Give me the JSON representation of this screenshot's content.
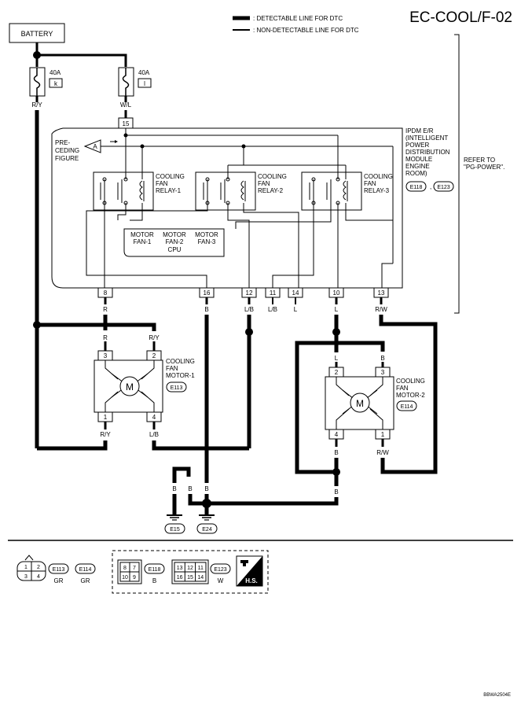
{
  "header": {
    "page_id": "EC-COOL/F-02",
    "legend": {
      "detectable": ": DETECTABLE LINE FOR DTC",
      "non_detectable": ": NON-DETECTABLE LINE FOR DTC"
    },
    "refer_to": [
      "REFER TO",
      "\"PG-POWER\"."
    ]
  },
  "battery": "BATTERY",
  "fuses": [
    {
      "rating": "40A",
      "id": "k",
      "wire": "R/Y"
    },
    {
      "rating": "40A",
      "id": "l",
      "wire": "W/L"
    }
  ],
  "ipdm": {
    "connector_top": "15",
    "title": [
      "IPDM E/R",
      "(INTELLIGENT",
      "POWER",
      "DISTRIBUTION",
      "MODULE",
      "ENGINE",
      "ROOM)"
    ],
    "connectors": [
      "E118",
      "E123"
    ],
    "preceding": [
      "PRE-",
      "CEDING",
      "FIGURE"
    ],
    "preceding_tag": "A",
    "relays": [
      [
        "COOLING",
        "FAN",
        "RELAY-1"
      ],
      [
        "COOLING",
        "FAN",
        "RELAY-2"
      ],
      [
        "COOLING",
        "FAN",
        "RELAY-3"
      ]
    ],
    "cpu": {
      "motors": [
        [
          "MOTOR",
          "FAN-1"
        ],
        [
          "MOTOR",
          "FAN-2"
        ],
        [
          "MOTOR",
          "FAN-3"
        ]
      ],
      "label": "CPU"
    },
    "pins": [
      {
        "pin": "8",
        "wire": "R"
      },
      {
        "pin": "16",
        "wire": "B"
      },
      {
        "pin": "12",
        "wire": "L/B"
      },
      {
        "pin": "11",
        "wire": "L/B"
      },
      {
        "pin": "14",
        "wire": "L"
      },
      {
        "pin": "10",
        "wire": "L"
      },
      {
        "pin": "13",
        "wire": "R/W"
      }
    ]
  },
  "motor1": {
    "name": [
      "COOLING",
      "FAN",
      "MOTOR-1"
    ],
    "connector": "E113",
    "symbol": "M",
    "pins": [
      {
        "pin": "3",
        "wire": "R"
      },
      {
        "pin": "2",
        "wire": "R/Y"
      },
      {
        "pin": "1",
        "wire": "R/Y"
      },
      {
        "pin": "4",
        "wire": "L/B"
      }
    ]
  },
  "motor2": {
    "name": [
      "COOLING",
      "FAN",
      "MOTOR-2"
    ],
    "connector": "E114",
    "symbol": "M",
    "pins": [
      {
        "pin": "2",
        "wire": "L"
      },
      {
        "pin": "3",
        "wire": "B"
      },
      {
        "pin": "4",
        "wire": "B"
      },
      {
        "pin": "1",
        "wire": "R/W"
      }
    ]
  },
  "grounds": [
    {
      "wire": "B",
      "id": "E15"
    },
    {
      "wire": "B",
      "id": "E24"
    }
  ],
  "ground_wire_labels": [
    "B",
    "B",
    "B"
  ],
  "connector_legend": {
    "c1": {
      "cells": [
        "1",
        "2",
        "3",
        "4"
      ],
      "ids": [
        "E113",
        "E114"
      ],
      "colors": [
        "GR",
        "GR"
      ]
    },
    "c2": {
      "cells": [
        "8",
        "7",
        "10",
        "9"
      ],
      "id": "E118",
      "color": "B"
    },
    "c3": {
      "cells": [
        "13",
        "12",
        "11",
        "16",
        "15",
        "14"
      ],
      "id": "E123",
      "color": "W"
    },
    "hs": "H.S."
  },
  "footer_code": "BBWA2504E"
}
